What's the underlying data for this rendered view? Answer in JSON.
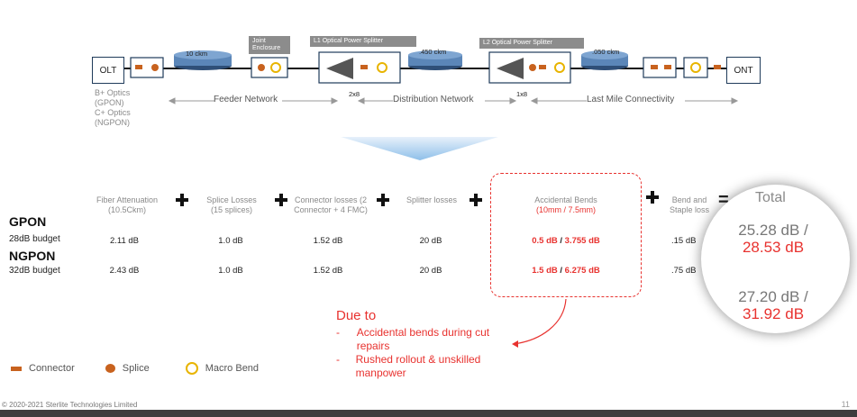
{
  "diagram": {
    "olt_label": "OLT",
    "ont_label": "ONT",
    "tag_joint": "Joint Enclosure",
    "tag_l1": "L1 Optical Power Splitter",
    "tag_l2": "L2 Optical Power Splitter",
    "len_feeder": "10 ckm",
    "len_dist": ".450 ckm",
    "len_last": ".050 ckm",
    "ratio_l1": "2x8",
    "ratio_l2": "1x8",
    "optics_lines": [
      "B+ Optics",
      "(GPON)",
      "C+ Optics",
      "(NGPON)"
    ],
    "networks": {
      "feeder": "Feeder Network",
      "distribution": "Distribution Network",
      "last_mile": "Last Mile Connectivity"
    }
  },
  "table": {
    "headers": {
      "fiber": "Fiber Attenuation (10.5Ckm)",
      "splice": "Splice Losses (15 splices)",
      "connector": "Connector losses (2 Connector + 4 FMC)",
      "splitter": "Splitter losses",
      "bends": "Accidental Bends",
      "bends_sub": "(10mm / 7.5mm)",
      "staple": "Bend and Staple loss",
      "total": "Total"
    },
    "rows": [
      {
        "name": "GPON",
        "budget": "28dB budget",
        "fiber": "2.11 dB",
        "splice": "1.0 dB",
        "connector": "1.52 dB",
        "splitter": "20 dB",
        "bends_a": "0.5 dB",
        "bends_sep": " / ",
        "bends_b": "3.755 dB",
        "staple": ".15 dB",
        "total_a": "25.28 dB /",
        "total_b": "28.53 dB"
      },
      {
        "name": "NGPON",
        "budget": "32dB budget",
        "fiber": "2.43 dB",
        "splice": "1.0 dB",
        "connector": "1.52 dB",
        "splitter": "20 dB",
        "bends_a": "1.5 dB",
        "bends_sep": " / ",
        "bends_b": "6.275 dB",
        "staple": ".75 dB",
        "total_a": "27.20 dB /",
        "total_b": "31.92 dB"
      }
    ]
  },
  "note": {
    "title": "Due to",
    "items": [
      "Accidental bends during cut repairs",
      "Rushed rollout & unskilled manpower"
    ]
  },
  "legend": {
    "connector": "Connector",
    "splice": "Splice",
    "macro_bend": "Macro Bend"
  },
  "footer": {
    "copyright": "© 2020-2021 Sterlite Technologies Limited",
    "page": "11"
  },
  "colors": {
    "red": "#e8322f",
    "orange": "#c8621e",
    "gold": "#e8b400",
    "navy": "#1f3b5a",
    "spool": "#5b86b8"
  }
}
